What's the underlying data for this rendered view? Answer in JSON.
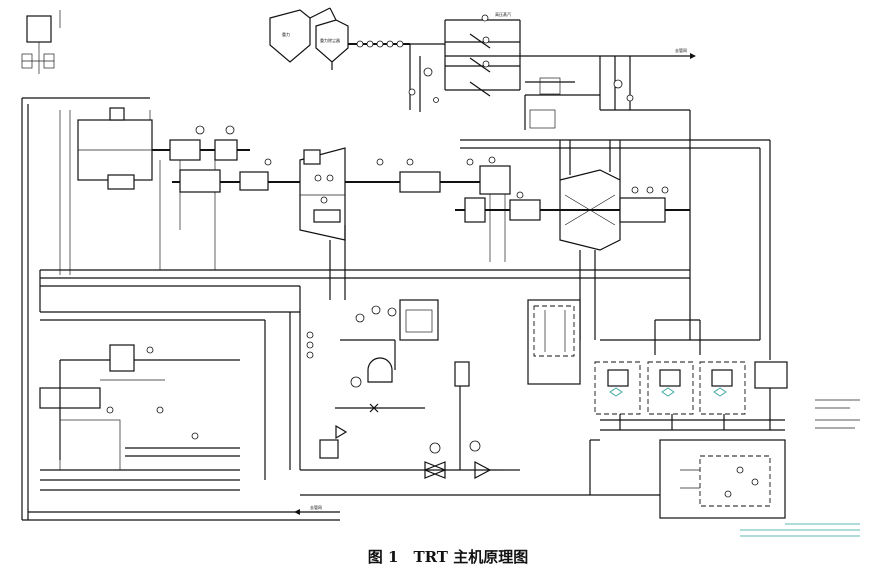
{
  "caption": "图 1　TRT 主机原理图",
  "labels": {
    "tank_left": "重力",
    "tank_right": "重力除尘器",
    "outlet": "去管网",
    "header_top": "高压蒸汽",
    "to_network": "去管网"
  }
}
